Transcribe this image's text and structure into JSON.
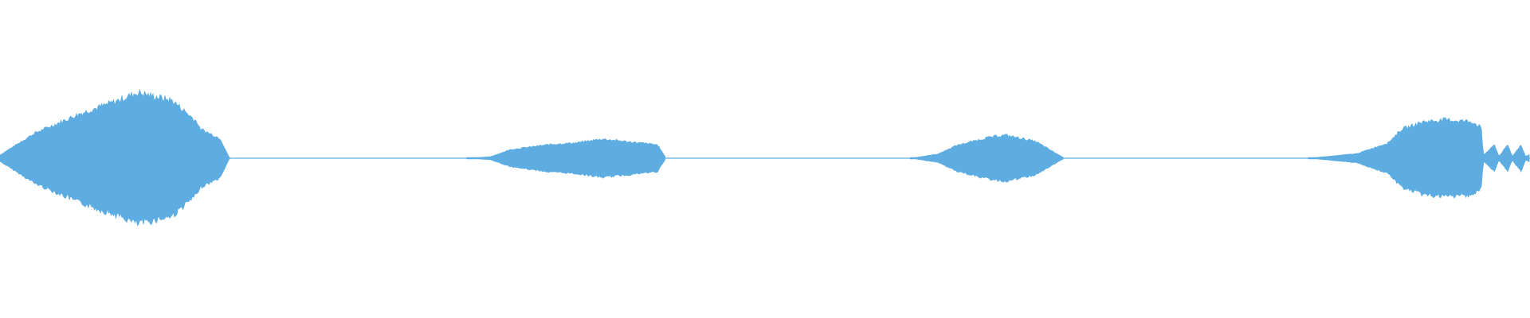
{
  "waveform": {
    "color": "#5dade2",
    "background": "#ffffff",
    "segments": [
      {
        "name": "segment-1",
        "start": 0.0,
        "end": 0.15,
        "peak": 0.82
      },
      {
        "name": "segment-2",
        "start": 0.305,
        "end": 0.435,
        "peak": 0.24
      },
      {
        "name": "segment-3",
        "start": 0.595,
        "end": 0.695,
        "peak": 0.29
      },
      {
        "name": "segment-4",
        "start": 0.855,
        "end": 1.0,
        "peak": 0.48
      }
    ]
  }
}
